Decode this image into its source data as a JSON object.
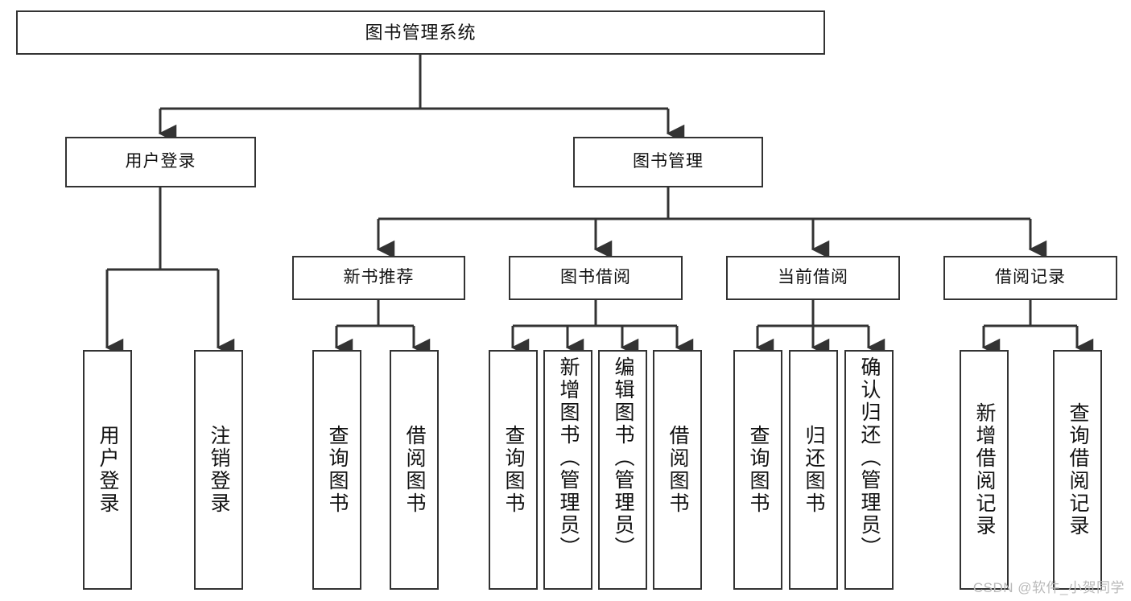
{
  "diagram": {
    "title": "图书管理系统",
    "type": "tree-structure-chart",
    "colors": {
      "box_border": "#333333",
      "box_fill": "#ffffff",
      "connector": "#333333",
      "background": "#ffffff",
      "watermark": "#b9b9b9"
    },
    "root": {
      "id": "root",
      "label": "图书管理系统"
    },
    "level1": [
      {
        "id": "user-login",
        "label": "用户登录"
      },
      {
        "id": "book-manage",
        "label": "图书管理"
      }
    ],
    "level2": [
      {
        "id": "new-book-recommend",
        "label": "新书推荐",
        "parent": "book-manage"
      },
      {
        "id": "book-borrow",
        "label": "图书借阅",
        "parent": "book-manage"
      },
      {
        "id": "current-borrow",
        "label": "当前借阅",
        "parent": "book-manage"
      },
      {
        "id": "borrow-record",
        "label": "借阅记录",
        "parent": "book-manage"
      }
    ],
    "leaves": {
      "user-login": [
        {
          "id": "leaf-user-login",
          "label": "用户登录"
        },
        {
          "id": "leaf-user-logout",
          "label": "注销登录"
        }
      ],
      "new-book-recommend": [
        {
          "id": "leaf-query-book-1",
          "label": "查询图书"
        },
        {
          "id": "leaf-borrow-book-1",
          "label": "借阅图书"
        }
      ],
      "book-borrow": [
        {
          "id": "leaf-query-book-2",
          "label": "查询图书"
        },
        {
          "id": "leaf-add-book",
          "label": "新增图书（管理员）"
        },
        {
          "id": "leaf-edit-book",
          "label": "编辑图书（管理员）"
        },
        {
          "id": "leaf-borrow-book-2",
          "label": "借阅图书"
        }
      ],
      "current-borrow": [
        {
          "id": "leaf-query-book-3",
          "label": "查询图书"
        },
        {
          "id": "leaf-return-book",
          "label": "归还图书"
        },
        {
          "id": "leaf-confirm-return",
          "label": "确认归还（管理员）"
        }
      ],
      "borrow-record": [
        {
          "id": "leaf-add-record",
          "label": "新增借阅记录"
        },
        {
          "id": "leaf-query-record",
          "label": "查询借阅记录"
        }
      ]
    }
  },
  "watermark": {
    "text": "CSDN @软件_小贺同学"
  }
}
